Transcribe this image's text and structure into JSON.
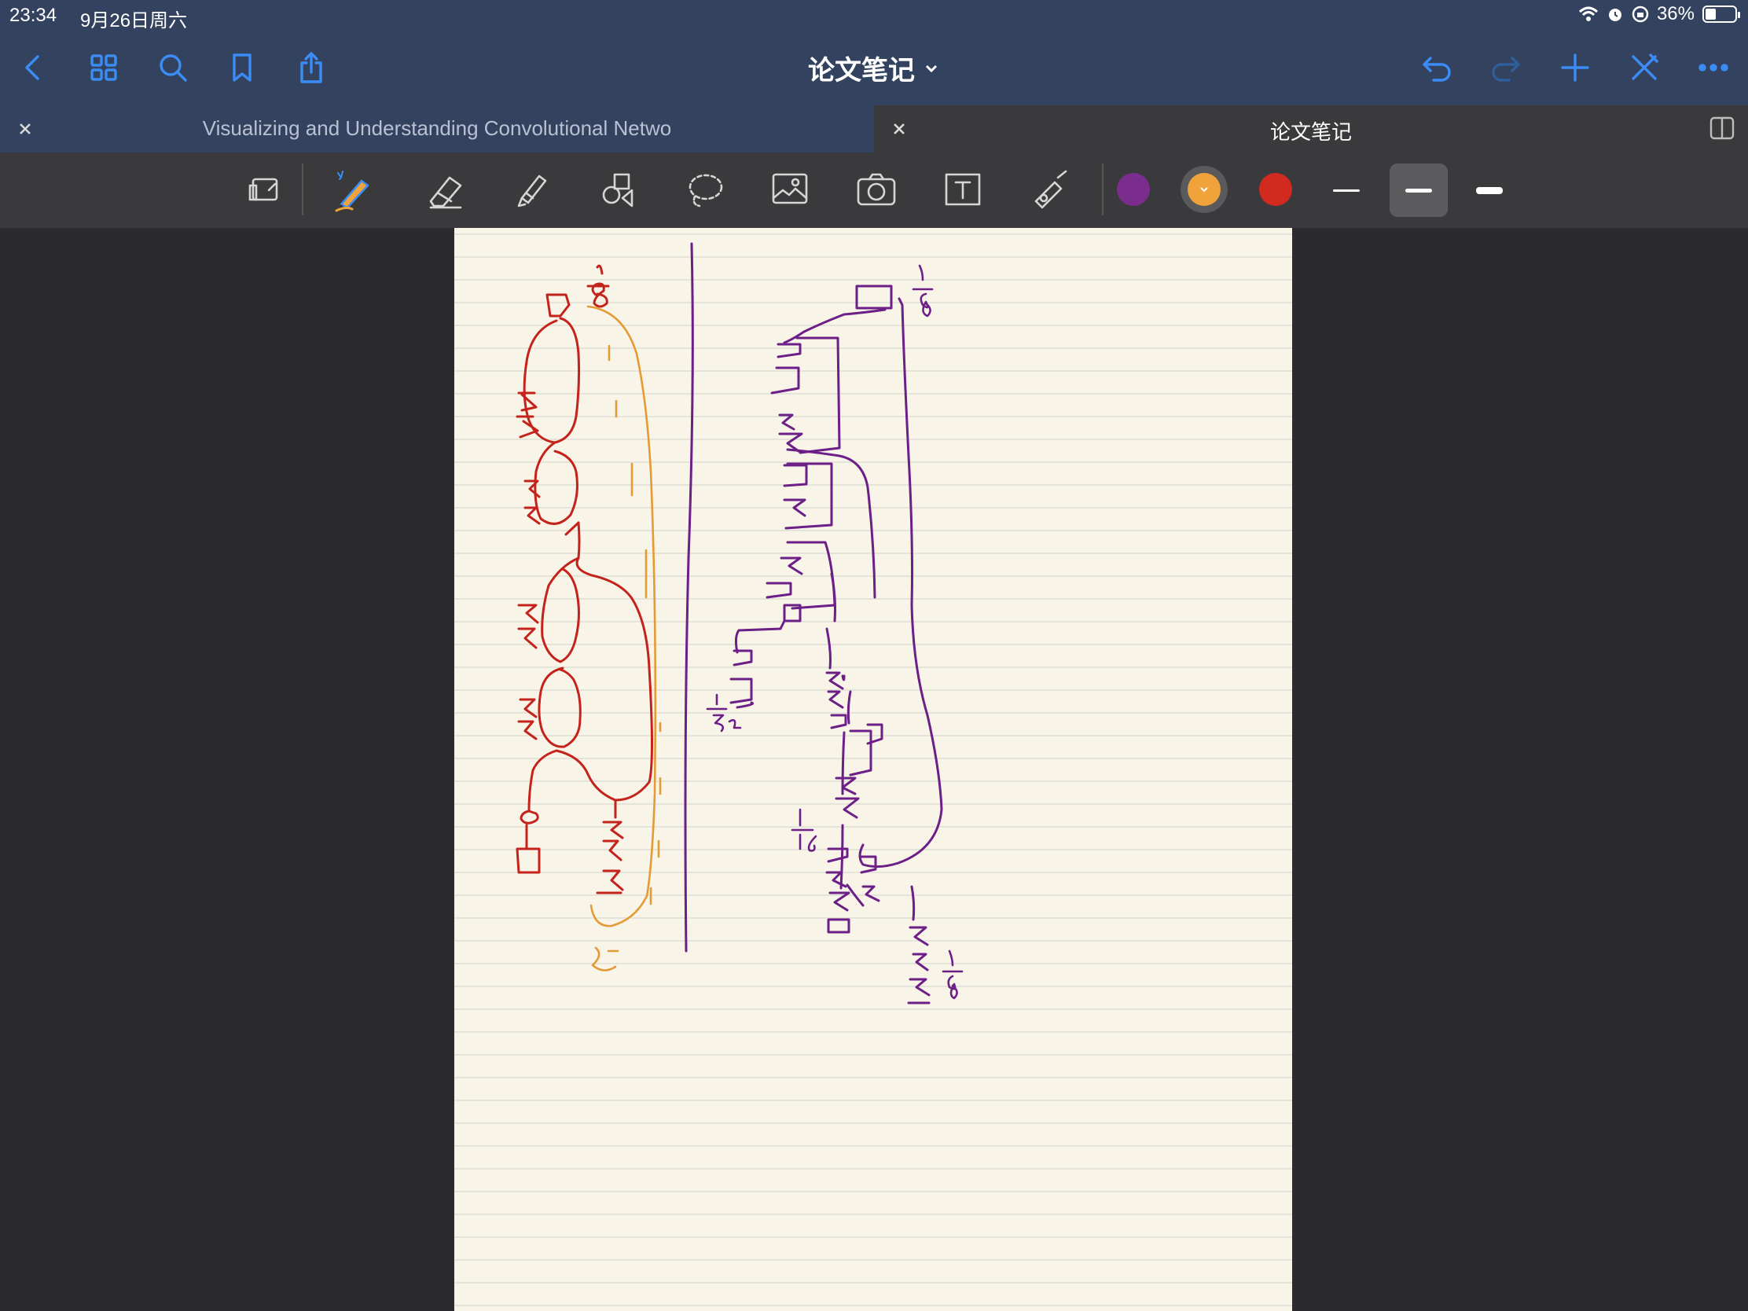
{
  "status_bar": {
    "time": "23:34",
    "date": "9月26日周六",
    "battery_percent": "36%",
    "battery_level": 0.36
  },
  "nav": {
    "title": "论文笔记",
    "left_icons": [
      "chevron-left-icon",
      "grid-icon",
      "search-icon",
      "bookmark-icon",
      "share-icon"
    ],
    "right_icons": [
      "undo-icon",
      "redo-icon",
      "plus-icon",
      "pen-off-icon",
      "more-icon"
    ]
  },
  "tabs": [
    {
      "label": "Visualizing and Understanding Convolutional Netwo",
      "active": false
    },
    {
      "label": "论文笔记",
      "active": true
    }
  ],
  "toolbar": {
    "tools": [
      "read-only-icon",
      "pen-icon",
      "eraser-icon",
      "highlighter-icon",
      "shapes-icon",
      "lasso-icon",
      "image-icon",
      "camera-icon",
      "text-icon",
      "laser-pointer-icon"
    ],
    "colors": [
      "#7b2d8e",
      "#f0a33b",
      "#d22a1f"
    ],
    "selected_color": "#f0a33b",
    "stroke_widths": [
      "thin",
      "medium",
      "thick"
    ],
    "selected_stroke": "medium"
  },
  "page": {
    "background": "#f8f5e8",
    "line_color": "#d9d9d2",
    "ink_colors": {
      "red": "#c4231c",
      "orange": "#e59a35",
      "purple": "#6b1f87"
    }
  },
  "handwriting": {
    "left_top_fraction": "1/8",
    "left_bottom_note": "/2",
    "right_top_fraction": "1/8",
    "right_branch_1": "1/32",
    "right_branch_2": "1/16",
    "right_bottom_fraction": "1/8"
  }
}
